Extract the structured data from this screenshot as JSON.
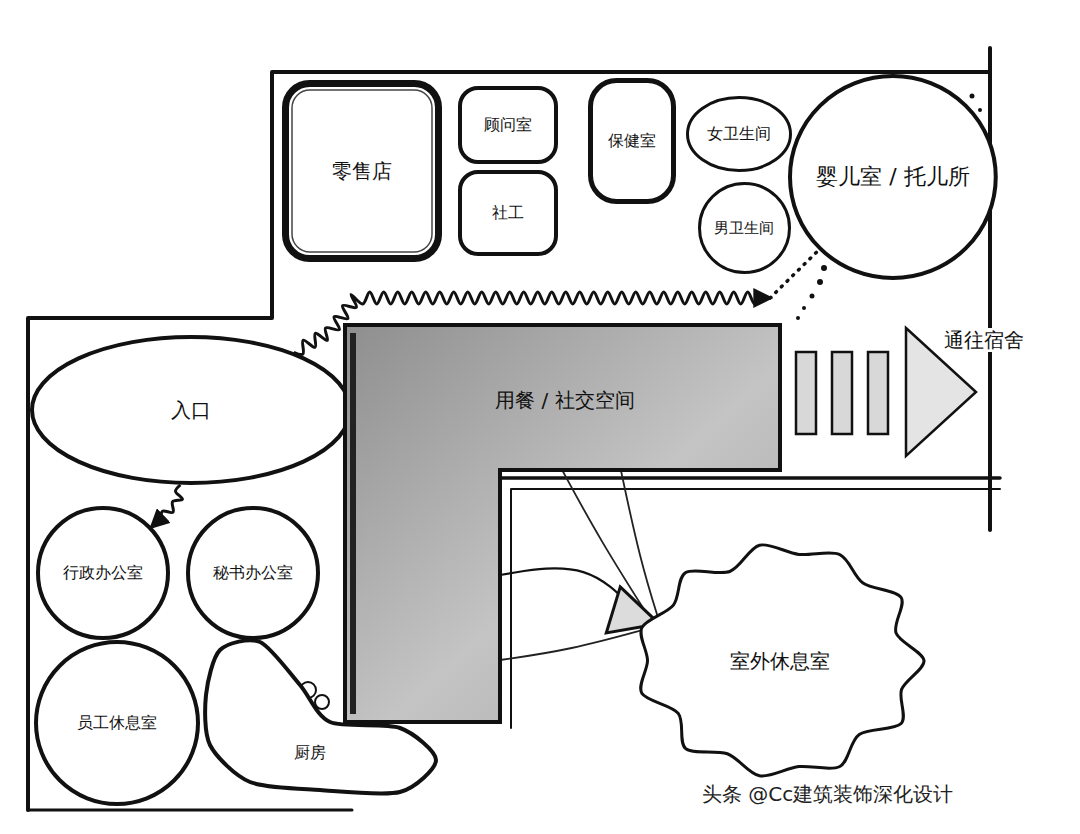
{
  "diagram": {
    "nodes": [
      {
        "text": [
          "零售店"
        ]
      },
      {
        "text": [
          "顾问室"
        ]
      },
      {
        "text": [
          "社工"
        ]
      },
      {
        "text": [
          "保健室"
        ]
      },
      {
        "text": [
          "女卫生间"
        ]
      },
      {
        "text": [
          "男卫生间"
        ]
      },
      {
        "text": [
          "婴儿室 / 托儿所"
        ]
      },
      {
        "text": [
          "入口"
        ]
      },
      {
        "text": [
          "用餐 / 社交空间"
        ]
      },
      {
        "text": [
          "行政办公室"
        ]
      },
      {
        "text": [
          "秘书办公室"
        ]
      },
      {
        "text": [
          "员工休息室"
        ]
      },
      {
        "text": [
          "厨房"
        ]
      },
      {
        "text": [
          "室外休息室"
        ]
      }
    ],
    "edges": [
      {
        "from": 7,
        "to": 6,
        "arrow": "to"
      },
      {
        "from": 7,
        "to": 9,
        "arrow": "to"
      },
      {
        "from": 8,
        "to": 13,
        "arrow": "to"
      }
    ],
    "labels": [
      "通往宿舍",
      "头条 @Cc建筑装饰深化设计"
    ]
  }
}
